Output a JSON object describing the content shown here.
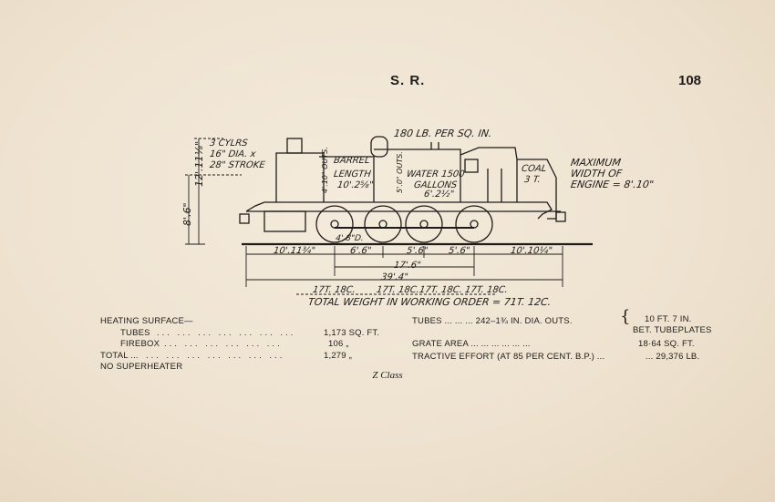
{
  "header": {
    "railway": "S. R.",
    "page_number": "108"
  },
  "diagram": {
    "pressure": "180 LB. PER SQ. IN.",
    "cylinders_line1": "3 CYLRS",
    "cylinders_line2": "16\" DIA. x",
    "cylinders_line3": "28\" STROKE",
    "height_overall": "12'.11⅛\"",
    "height_boiler": "8'.6\"",
    "barrel_label": "BARREL",
    "barrel_length": "LENGTH",
    "barrel_dim": "10'.2⅝\"",
    "barrel_dia": "4'.10\" OUTS.",
    "firebox_dia": "5'.0\" OUTS.",
    "water": "WATER 1500",
    "water_unit": "GALLONS",
    "tank_length": "6'.2½\"",
    "coal": "COAL",
    "coal_amount": "3 T.",
    "max_width_line1": "MAXIMUM",
    "max_width_line2": "WIDTH OF",
    "max_width_line3": "ENGINE = 8'.10\"",
    "wheel_dia": "4'.8\"D.",
    "dim_front_overhang": "10'.11¾\"",
    "dim_wheelbase_1": "6'.6\"",
    "dim_wheelbase_2": "5'.6\"",
    "dim_wheelbase_3": "5'.6\"",
    "dim_rear_overhang": "10'.10¼\"",
    "dim_total_wheelbase": "17'.6\"",
    "dim_overall_length": "39'.4\"",
    "axle_loads": [
      "17T. 18C.",
      "17T. 18C.",
      "17T. 18C.",
      "17T. 18C."
    ],
    "total_weight": "TOTAL WEIGHT IN WORKING ORDER = 71T. 12C."
  },
  "specs": {
    "heating_surface_label": "HEATING SURFACE—",
    "tubes_label": "TUBES",
    "tubes_dots": "... ... ... ... ... ... ...",
    "tubes_value": "1,173 SQ. FT.",
    "firebox_label": "FIREBOX",
    "firebox_dots": "... ... ... ... ... ...",
    "firebox_value": "106  „",
    "total_label": "TOTAL ...",
    "total_dots": "... ... ... ... ... ... ...",
    "total_value": "1,279  „",
    "superheater": "NO SUPERHEATER",
    "tubes_right_label": "TUBES   ...   ...   ... 242–1¾ IN. DIA. OUTS.",
    "tubes_right_value_1": "10 FT. 7 IN.",
    "tubes_right_value_2": "BET. TUBEPLATES",
    "grate_area_label": "GRATE AREA   ...   ...   ...   ...   ...   ...",
    "grate_area_value": "18·64 SQ. FT.",
    "tractive_effort_label": "TRACTIVE EFFORT (AT 85 PER CENT. B.P.)   ...",
    "tractive_effort_value": "... 29,376 LB."
  },
  "caption": "Z Class"
}
